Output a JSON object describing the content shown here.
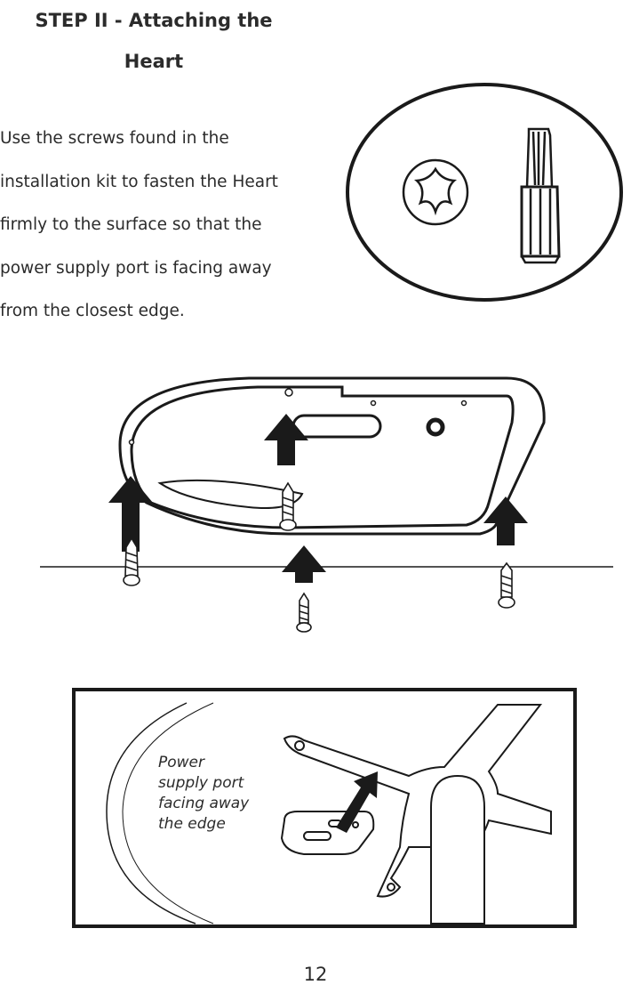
{
  "title": {
    "line1": "STEP II - Attaching the",
    "line2": "Heart"
  },
  "instructions": {
    "lines": [
      "Use the screws found in the",
      "installation kit to fasten the Heart",
      "firmly to the surface so that the",
      "power supply port is facing away",
      "from the closest edge."
    ]
  },
  "callout": {
    "lines": [
      "Power",
      "supply port",
      "facing away",
      "the edge"
    ]
  },
  "page_number": "12"
}
